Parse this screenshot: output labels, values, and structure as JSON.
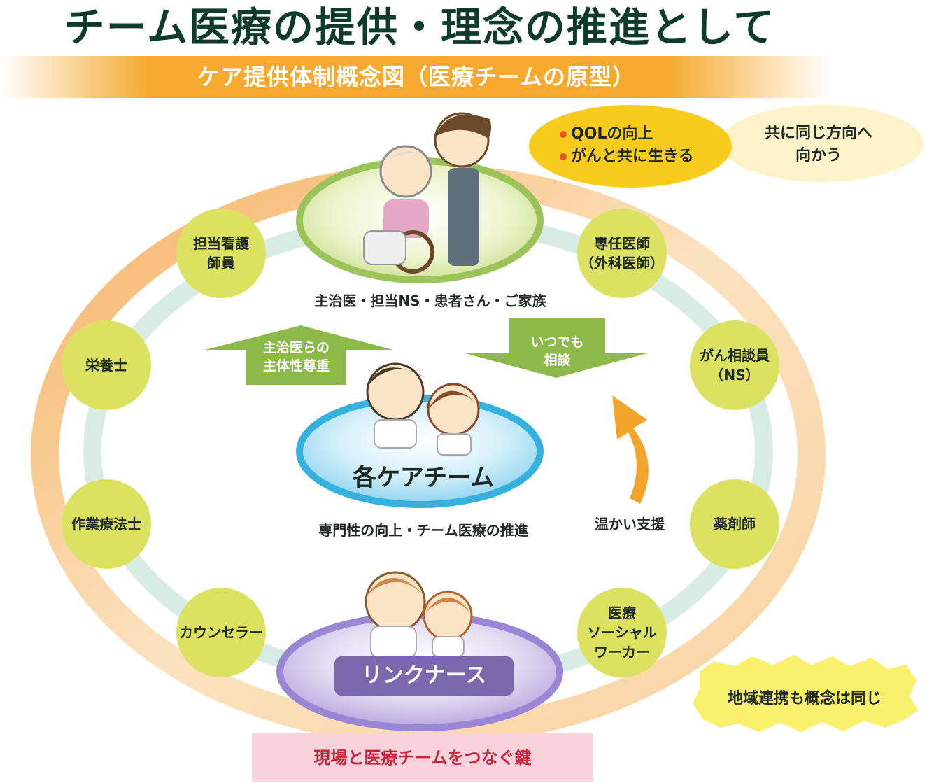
{
  "title": "チーム医療の提供・理念の推進として",
  "subtitle": "ケア提供体制概念図（医療チームの原型）",
  "colors": {
    "title": "#0f3b2a",
    "subtitle_band": "#f6a92e",
    "node": "#dbe261",
    "outer_ring": "#f8c98e",
    "inner_ring": "#d8ece6",
    "arrow_green": "#8db94a",
    "arrow_orange": "#f3a42a",
    "care_team": "#3fb5e0",
    "link_nurse": "#7b67ac",
    "link_key": "#c8243c"
  },
  "top_group": {
    "caption": "主治医・担当NS・患者さん・ご家族",
    "illustration": "patient-wheelchair-family"
  },
  "goals": {
    "items": [
      "QOLの向上",
      "がんと共に生きる"
    ],
    "together": "共に同じ方向へ\n向かう"
  },
  "nodes": [
    {
      "id": "nurse",
      "label": "担当看護\n師員"
    },
    {
      "id": "nutritionist",
      "label": "栄養士"
    },
    {
      "id": "ot",
      "label": "作業療法士"
    },
    {
      "id": "counselor",
      "label": "カウンセラー"
    },
    {
      "id": "surgeon",
      "label": "専任医師\n（外科医師）"
    },
    {
      "id": "cancer-consult",
      "label": "がん相談員\n（NS）"
    },
    {
      "id": "pharmacist",
      "label": "薬剤師"
    },
    {
      "id": "msw",
      "label": "医療\nソーシャル\nワーカー"
    }
  ],
  "arrows": {
    "up_left": "主治医らの\n主体性尊重",
    "down_right": "いつでも\n相談",
    "warm_support": "温かい支援"
  },
  "care_team": {
    "label": "各ケアチーム",
    "caption": "専門性の向上・チーム医療の推進"
  },
  "link_nurse": {
    "label": "リンクナース",
    "key": "現場と医療チームをつなぐ鍵"
  },
  "region": "地域連携も概念は同じ"
}
